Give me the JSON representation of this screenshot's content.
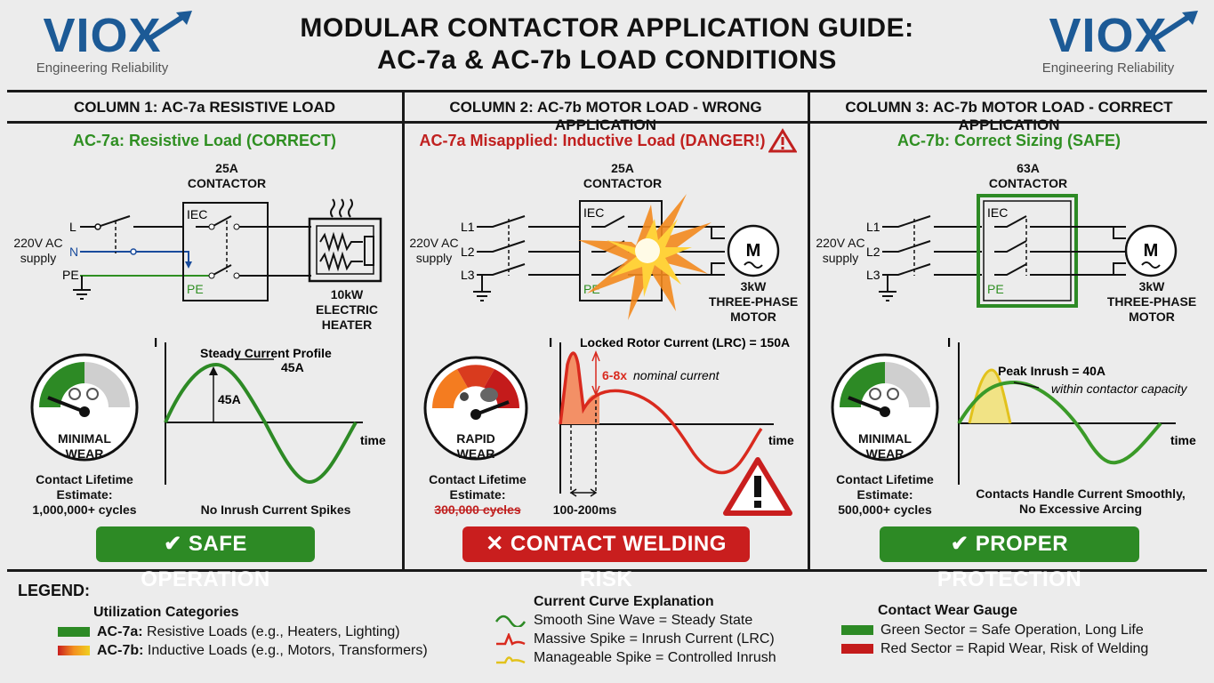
{
  "logo": {
    "brand": "VIOX",
    "tagline": "Engineering Reliability"
  },
  "title": {
    "line1": "MODULAR CONTACTOR APPLICATION GUIDE:",
    "line2": "AC-7a & AC-7b LOAD CONDITIONS"
  },
  "columns": [
    {
      "header": "COLUMN 1: AC-7a RESISTIVE LOAD",
      "subtitle": "AC-7a: Resistive Load (CORRECT)",
      "contactor": "25A\nCONTACTOR",
      "contactor_l1": "25A",
      "contactor_l2": "CONTACTOR",
      "supply_l1": "220V AC",
      "supply_l2": "supply",
      "lines": [
        "L",
        "N",
        "PE"
      ],
      "iec": "IEC",
      "pe": "PE",
      "load_l1": "10kW",
      "load_l2": "ELECTRIC",
      "load_l3": "HEATER",
      "gauge_l1": "MINIMAL",
      "gauge_l2": "WEAR",
      "life_l1": "Contact Lifetime",
      "life_l2": "Estimate:",
      "life_l3": "1,000,000+ cycles",
      "chart_title": "Steady Current Profile",
      "chart_peak": "45A",
      "chart_inner": "45A",
      "axis_i": "I",
      "axis_t": "time",
      "chart_note": "No Inrush Current Spikes",
      "badge": "SAFE OPERATION"
    },
    {
      "header": "COLUMN 2: AC-7b MOTOR LOAD - WRONG APPLICATION",
      "subtitle": "AC-7a Misapplied: Inductive Load (DANGER!)",
      "contactor_l1": "25A",
      "contactor_l2": "CONTACTOR",
      "supply_l1": "220V AC",
      "supply_l2": "supply",
      "lines": [
        "L1",
        "L2",
        "L3"
      ],
      "iec": "IEC",
      "pe": "PE",
      "motor": "M",
      "load_l1": "3kW",
      "load_l2": "THREE-PHASE",
      "load_l3": "MOTOR",
      "gauge_l1": "RAPID",
      "gauge_l2": "WEAR",
      "life_l1": "Contact Lifetime",
      "life_l2": "Estimate:",
      "life_l3": "300,000 cycles",
      "chart_title": "Locked Rotor Current (LRC) = 150A",
      "chart_mult": "6-8x",
      "chart_mult_rest": "nominal current",
      "axis_i": "I",
      "axis_t": "time",
      "chart_note": "100-200ms",
      "badge": "CONTACT WELDING RISK"
    },
    {
      "header": "COLUMN 3: AC-7b MOTOR LOAD - CORRECT APPLICATION",
      "subtitle": "AC-7b: Correct Sizing (SAFE)",
      "contactor_l1": "63A",
      "contactor_l2": "CONTACTOR",
      "supply_l1": "220V AC",
      "supply_l2": "supply",
      "lines": [
        "L1",
        "L2",
        "L3"
      ],
      "iec": "IEC",
      "pe": "PE",
      "motor": "M",
      "load_l1": "3kW",
      "load_l2": "THREE-PHASE",
      "load_l3": "MOTOR",
      "gauge_l1": "MINIMAL",
      "gauge_l2": "WEAR",
      "life_l1": "Contact Lifetime",
      "life_l2": "Estimate:",
      "life_l3": "500,000+ cycles",
      "chart_title": "Peak Inrush = 40A",
      "chart_sub": "within contactor capacity",
      "axis_i": "I",
      "axis_t": "time",
      "chart_note_l1": "Contacts Handle Current Smoothly,",
      "chart_note_l2": "No Excessive Arcing",
      "badge": "PROPER PROTECTION"
    }
  ],
  "legend": {
    "title": "LEGEND:",
    "util_title": "Utilization Categories",
    "util": [
      {
        "code": "AC-7a:",
        "text": " Resistive Loads (e.g., Heaters, Lighting)"
      },
      {
        "code": "AC-7b:",
        "text": " Inductive Loads (e.g., Motors, Transformers)"
      }
    ],
    "curve_title": "Current Curve Explanation",
    "curves": [
      "Smooth Sine Wave = Steady State",
      "Massive Spike = Inrush Current (LRC)",
      "Manageable Spike = Controlled Inrush"
    ],
    "gauge_title": "Contact Wear Gauge",
    "gauges": [
      "Green Sector = Safe Operation, Long Life",
      "Red Sector = Rapid Wear, Risk of Welding"
    ]
  },
  "colors": {
    "brand": "#1c5a96",
    "safe": "#2d8a25",
    "danger": "#c91e1e",
    "warn": "#e8c820"
  }
}
